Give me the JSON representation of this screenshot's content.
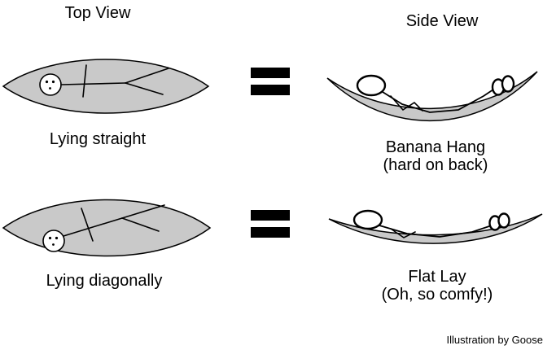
{
  "titles": {
    "top_view": "Top View",
    "side_view": "Side View"
  },
  "rows": [
    {
      "top_label": "Lying straight",
      "side_label": "Banana Hang",
      "side_note": "(hard on back)"
    },
    {
      "top_label": "Lying diagonally",
      "side_label": "Flat Lay",
      "side_note": "(Oh, so comfy!)"
    }
  ],
  "credit": "Illustration by Goose",
  "colors": {
    "hammock_fill": "#c9c9c9",
    "stroke": "#000000",
    "background": "#ffffff"
  }
}
